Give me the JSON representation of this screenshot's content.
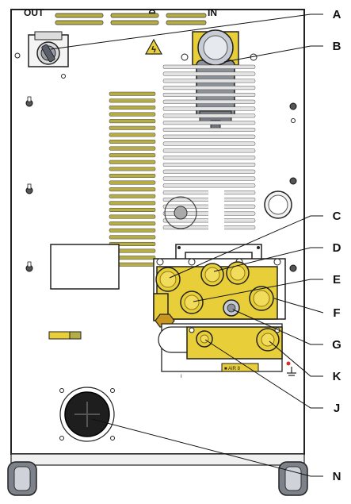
{
  "panel": {
    "header": {
      "out": "OUT",
      "minus": "⊖",
      "in": "IN"
    },
    "plate_text": "■ AIR 8",
    "small_marks": {
      "one": "I"
    }
  },
  "callouts": [
    {
      "id": "A",
      "label": "A",
      "part": "main power switch"
    },
    {
      "id": "B",
      "label": "B",
      "part": "filter housing"
    },
    {
      "id": "C",
      "label": "C",
      "part": "connector left"
    },
    {
      "id": "D",
      "label": "D",
      "part": "connector top right"
    },
    {
      "id": "E",
      "label": "E",
      "part": "connector center"
    },
    {
      "id": "F",
      "label": "F",
      "part": "connector right"
    },
    {
      "id": "G",
      "label": "G",
      "part": "grey port"
    },
    {
      "id": "K",
      "label": "K",
      "part": "lower right connector"
    },
    {
      "id": "J",
      "label": "J",
      "part": "lower left connector"
    },
    {
      "id": "N",
      "label": "N",
      "part": "cable gland"
    }
  ],
  "colors": {
    "yellow": "#e8cf3a",
    "yellow_dark": "#b49a14",
    "frame": "#222222",
    "vent_yellow": "#b7ad45"
  }
}
